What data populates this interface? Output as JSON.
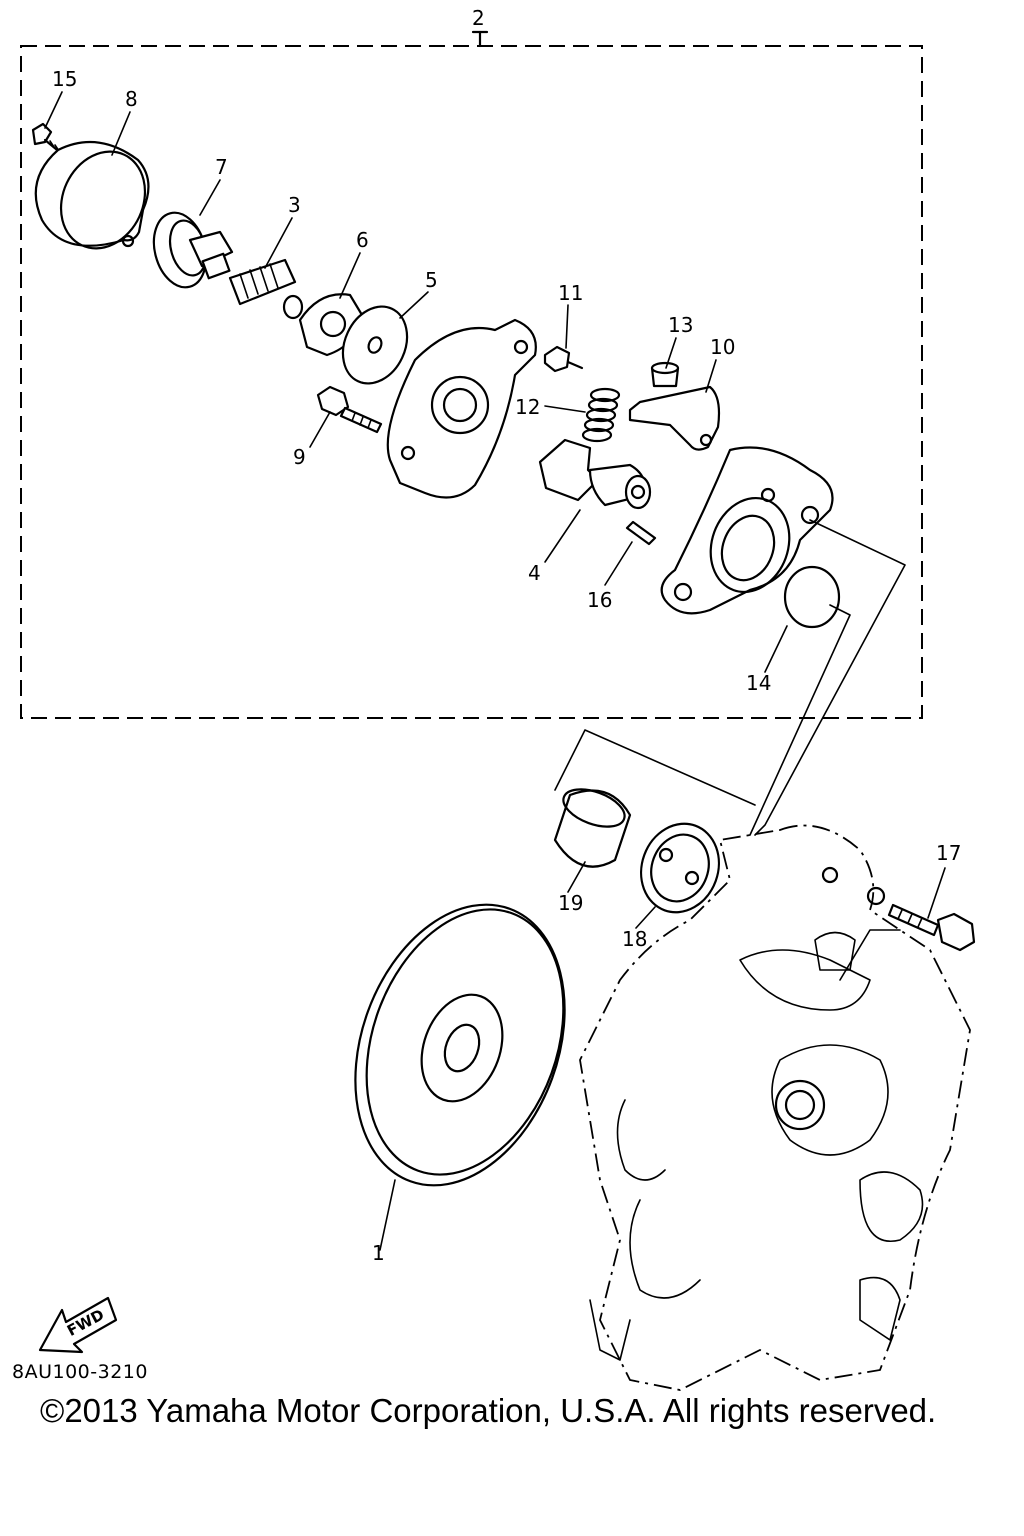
{
  "callouts": [
    "1",
    "2",
    "3",
    "4",
    "5",
    "6",
    "7",
    "8",
    "9",
    "10",
    "11",
    "12",
    "13",
    "14",
    "15",
    "16",
    "17",
    "18",
    "19"
  ],
  "fwd_label": "FWD",
  "diagram_code": "8AU100-3210",
  "copyright": "©2013 Yamaha Motor Corporation, U.S.A. All rights reserved."
}
